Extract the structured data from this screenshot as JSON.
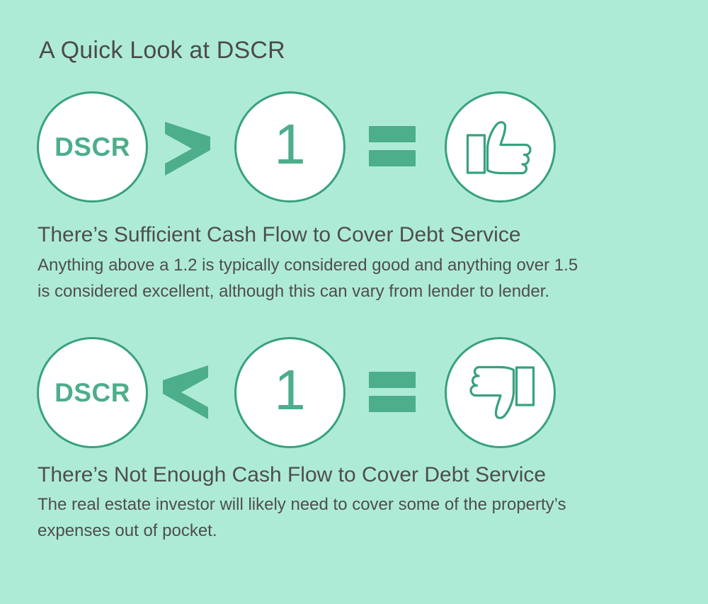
{
  "theme": {
    "background": "#AEEBD7",
    "accent_green": "#4CAE8A",
    "outline_green": "#37A27B",
    "circle_fill": "#FFFFFF",
    "heading_text": "#4E4E4E",
    "title_text": "#4B4B4B"
  },
  "title": "A Quick Look at DSCR",
  "rows": [
    {
      "label": "DSCR",
      "operator": ">",
      "operator_name": "greater-than",
      "value": "1",
      "equals_symbol": "=",
      "result_icon": "thumbs-up",
      "heading": "There’s Sufficient Cash Flow to Cover Debt Service",
      "body_lines": [
        "Anything above a 1.2 is typically considered good and anything over 1.5",
        "is considered excellent, although this can vary from lender to lender."
      ]
    },
    {
      "label": "DSCR",
      "operator": "<",
      "operator_name": "less-than",
      "value": "1",
      "equals_symbol": "=",
      "result_icon": "thumbs-down",
      "heading": "There’s Not Enough Cash Flow to Cover Debt Service",
      "body_lines": [
        "The real estate investor will likely need to cover some of the property’s",
        "expenses out of pocket."
      ]
    }
  ]
}
